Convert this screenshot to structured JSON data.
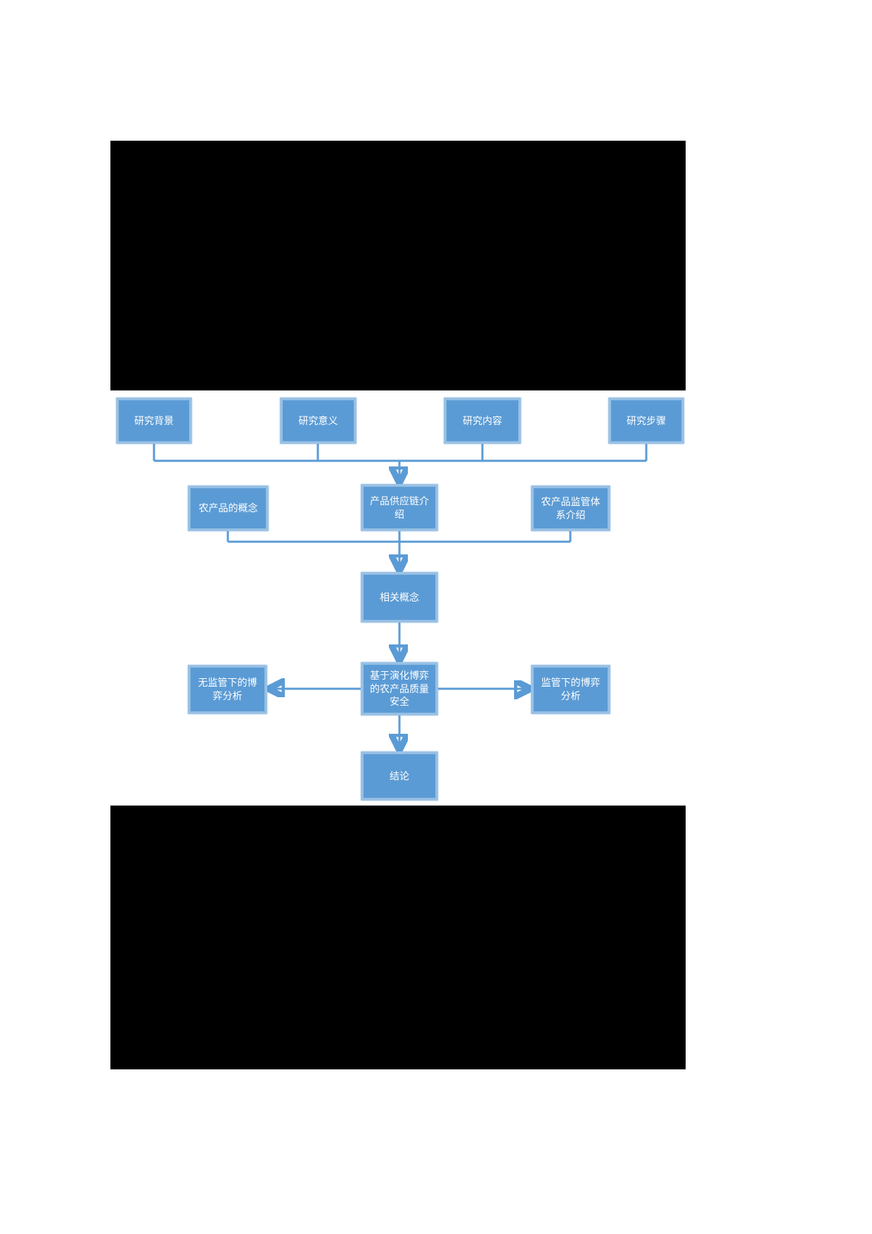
{
  "page": {
    "background": "#ffffff",
    "slide_background": "#000000",
    "band_background": "#ffffff"
  },
  "diagram": {
    "accent_color": "#5b9bd5",
    "border_color": "#9dc3e6",
    "text_color": "#ffffff",
    "nodes": {
      "research_background": {
        "label": "研究背景"
      },
      "research_significance": {
        "label": "研究意义"
      },
      "research_content": {
        "label": "研究内容"
      },
      "research_steps": {
        "label": "研究步骤"
      },
      "agri_product_concept": {
        "label": "农产品的概念"
      },
      "supply_chain_intro": {
        "label": "产品供应链介绍"
      },
      "regulation_system_intro": {
        "label": "农产品监管体系介绍"
      },
      "related_concepts": {
        "label": "相关概念"
      },
      "game_without_regulation": {
        "label": "无监管下的博弈分析"
      },
      "evolutionary_game_quality": {
        "label": "基于演化博弈的农产品质量安全"
      },
      "game_with_regulation": {
        "label": "监管下的博弈分析"
      },
      "conclusion": {
        "label": "结论"
      }
    }
  }
}
